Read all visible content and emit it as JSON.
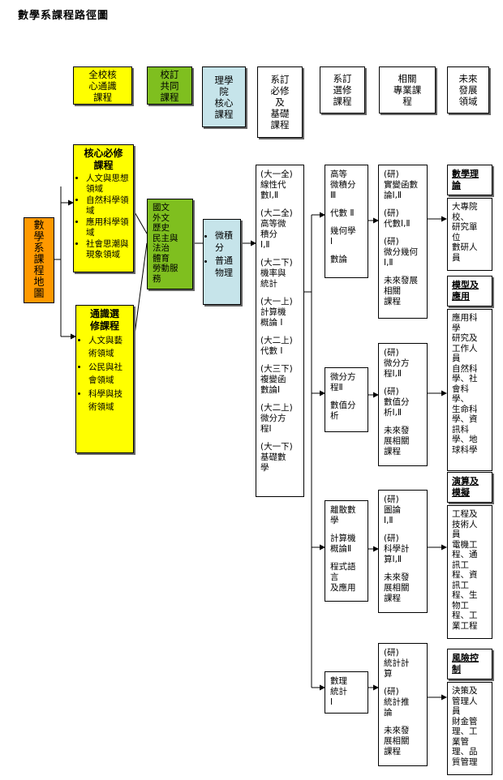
{
  "page_title": "數學系課程路徑圖",
  "top_row": [
    {
      "lines": [
        "全校核",
        "心通識",
        "課程"
      ],
      "color": "#ffff00"
    },
    {
      "lines": [
        "校訂",
        "共同",
        "課程"
      ],
      "color": "#7fbf1f"
    },
    {
      "lines": [
        "理學",
        "院",
        "核心",
        "課程"
      ],
      "color": "#c6e4ea"
    },
    {
      "lines": [
        "系訂",
        "必修",
        "及",
        "基礎",
        "課程"
      ],
      "color": "#ffffff"
    },
    {
      "lines": [
        "系訂",
        "選修",
        "課程"
      ],
      "color": "#ffffff"
    },
    {
      "lines": [
        "相關",
        "專業課",
        "程"
      ],
      "color": "#ffffff"
    },
    {
      "lines": [
        "未來",
        "發展",
        "領域"
      ],
      "color": "#ffffff"
    }
  ],
  "root": {
    "lines": [
      "數",
      "學",
      "系",
      "課",
      "程",
      "地",
      "圖"
    ]
  },
  "core_required": {
    "title_lines": [
      "核心必修",
      "課程"
    ],
    "items": [
      "人文與思想領域",
      "自然科學領域",
      "應用科學領域",
      "社會思潮與現象領域"
    ]
  },
  "general_elective": {
    "title_lines": [
      "通識選",
      "修課程"
    ],
    "items": [
      "人文與藝術領域",
      "公民與社會領域",
      "科學與技術領域"
    ]
  },
  "school_common": {
    "lines": [
      "國文",
      "外文",
      "歷史",
      "民主與",
      "法治",
      "體育",
      "勞動服",
      "務"
    ]
  },
  "college_core": {
    "items": [
      "微積分",
      "普通物理"
    ]
  },
  "required": {
    "groups": [
      [
        "(大一全)",
        "線性代",
        "數Ⅰ,Ⅱ"
      ],
      [
        "(大二全)",
        "高等微",
        "積分",
        "Ⅰ,Ⅱ"
      ],
      [
        "(大二下)",
        "機率與",
        "統計"
      ],
      [
        "(大一上)",
        "計算機",
        "概論 Ⅰ"
      ],
      [
        "(大二上)",
        "代數 Ⅰ"
      ],
      [
        "(大三下)",
        "複變函",
        "數論Ⅰ"
      ],
      [
        "(大二上)",
        "微分方",
        "程Ⅰ"
      ],
      [
        "(大一下)",
        "基礎數",
        "學"
      ]
    ]
  },
  "electives": [
    {
      "groups": [
        [
          "高等",
          "微積分",
          "Ⅲ"
        ],
        [
          "代數 Ⅱ"
        ],
        [
          "幾何學",
          "Ⅰ"
        ],
        [
          "數論"
        ]
      ]
    },
    {
      "groups": [
        [
          "微分方",
          "程Ⅱ"
        ],
        [
          "數值分",
          "析"
        ]
      ]
    },
    {
      "groups": [
        [
          "離散數",
          "學"
        ],
        [
          "計算機",
          "概論Ⅱ"
        ],
        [
          "程式語",
          "言",
          "及應用"
        ]
      ]
    },
    {
      "groups": [
        [
          "數理",
          "統計",
          "Ⅰ"
        ]
      ]
    }
  ],
  "related": [
    {
      "groups": [
        [
          "(研)",
          "實變函數",
          "論Ⅰ,Ⅱ"
        ],
        [
          "(研)",
          "代數Ⅰ,Ⅱ"
        ],
        [
          "(研)",
          "微分幾何",
          "Ⅰ,Ⅱ"
        ],
        [
          "未來發展",
          "相關",
          "課程"
        ]
      ]
    },
    {
      "groups": [
        [
          "(研)",
          "微分方",
          "程Ⅰ,Ⅱ"
        ],
        [
          "(研)",
          "數值分",
          "析Ⅰ,Ⅱ"
        ],
        [
          "未來發",
          "展相關",
          "課程"
        ]
      ]
    },
    {
      "groups": [
        [
          "(研)",
          "圖論",
          "Ⅰ,Ⅱ"
        ],
        [
          "(研)",
          "科學計",
          "算Ⅰ,Ⅱ"
        ],
        [
          "未來發",
          "展相關",
          "課程"
        ]
      ]
    },
    {
      "groups": [
        [
          "(研)",
          "統計計",
          "算"
        ],
        [
          "(研)",
          "統計推",
          "論"
        ],
        [
          "未來發",
          "展相關",
          "課程"
        ]
      ]
    }
  ],
  "futures": [
    {
      "heading": [
        "數學理",
        "論"
      ],
      "body": [
        "大專院",
        "校、",
        "研究單",
        "位",
        "數研人",
        "員"
      ]
    },
    {
      "heading": [
        "模型及",
        "應用"
      ],
      "body": [
        "應用科",
        "學",
        "研究及",
        "工作人",
        "員",
        "自然科",
        "學、社",
        "會科",
        "學、",
        "生命科",
        "學、資",
        "訊科",
        "學、地",
        "球科學"
      ]
    },
    {
      "heading": [
        "演算及",
        "模擬"
      ],
      "body": [
        "工程及",
        "技術人",
        "員",
        "電機工",
        "程、通",
        "訊工",
        "程、資",
        "訊工",
        "程、生",
        "物工",
        "程、工",
        "業工程"
      ]
    },
    {
      "heading": [
        "風險控",
        "制"
      ],
      "body": [
        "決策及",
        "管理人",
        "員",
        "財金管",
        "理、工",
        "業管",
        "理、品",
        "質管理"
      ]
    }
  ]
}
